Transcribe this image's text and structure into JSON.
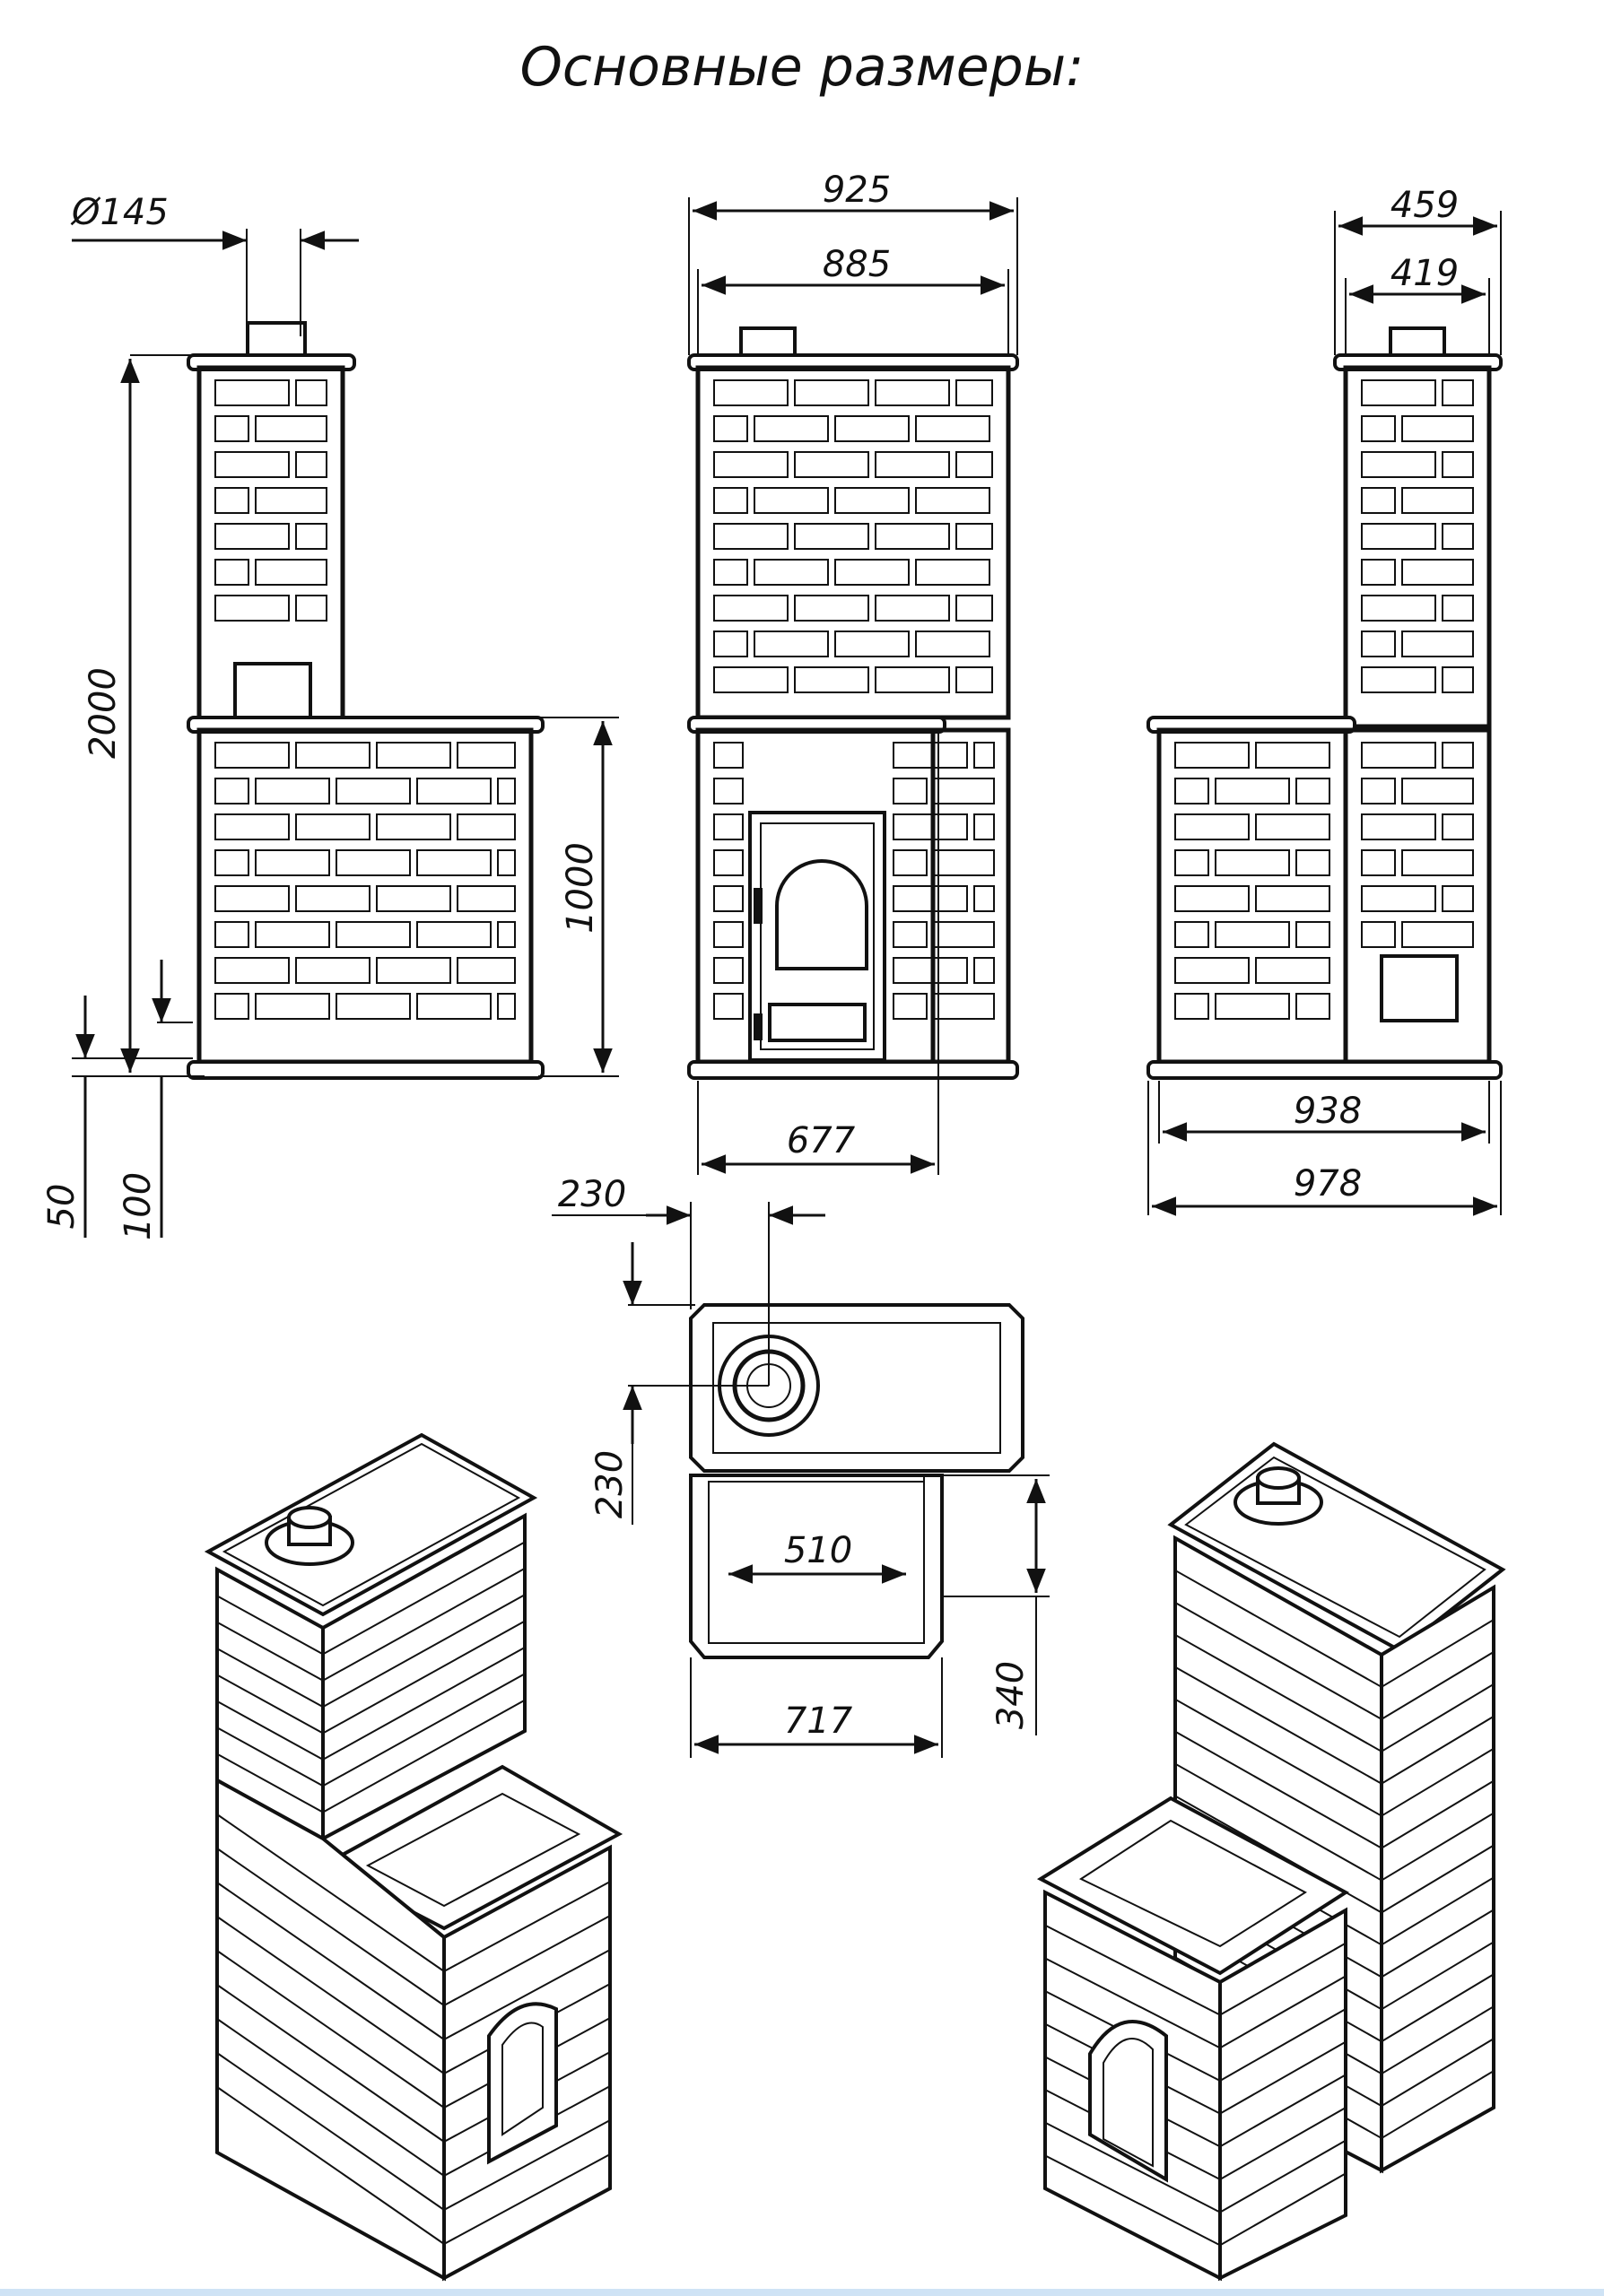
{
  "title": "Основные размеры:",
  "dimensions": {
    "chimney_diameter": "Ø145",
    "total_height": "2000",
    "firebox_height": "1000",
    "plinth_50": "50",
    "plinth_100": "100",
    "front_width_outer": "925",
    "front_width_inner": "885",
    "front_lower_width": "677",
    "side_width_outer": "459",
    "side_width_inner": "419",
    "side_depth_inner": "938",
    "side_depth_outer": "978",
    "plan_offset_x": "230",
    "plan_offset_y": "230",
    "plan_inner_width": "510",
    "plan_total_width": "717",
    "plan_depth": "340"
  },
  "colors": {
    "line": "#111111",
    "background": "#ffffff",
    "bottom_bar": "#cfe3f5"
  }
}
